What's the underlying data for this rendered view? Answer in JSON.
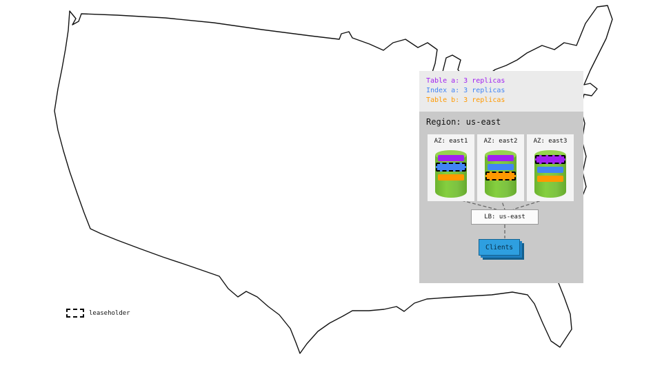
{
  "legend": {
    "items": [
      {
        "label": "Table a: 3 replicas",
        "color": "#a020f0"
      },
      {
        "label": "Index a: 3 replicas",
        "color": "#4285f4"
      },
      {
        "label": "Table b: 3 replicas",
        "color": "#ff9900"
      }
    ]
  },
  "region": {
    "title": "Region: us-east",
    "azs": [
      {
        "label": "AZ: east1",
        "replicas": [
          {
            "name": "Table a",
            "leaseholder": false
          },
          {
            "name": "Index a",
            "leaseholder": true
          },
          {
            "name": "Table b",
            "leaseholder": false
          }
        ]
      },
      {
        "label": "AZ: east2",
        "replicas": [
          {
            "name": "Table a",
            "leaseholder": false
          },
          {
            "name": "Index a",
            "leaseholder": false
          },
          {
            "name": "Table b",
            "leaseholder": true
          }
        ]
      },
      {
        "label": "AZ: east3",
        "replicas": [
          {
            "name": "Table a",
            "leaseholder": true
          },
          {
            "name": "Index a",
            "leaseholder": false
          },
          {
            "name": "Table b",
            "leaseholder": false
          }
        ]
      }
    ],
    "load_balancer_label": "LB: us-east",
    "clients_label": "Clients"
  },
  "map_legend": {
    "label": "leaseholder"
  },
  "colors": {
    "table_a_purple": "#a020f0",
    "index_a_blue": "#4285f4",
    "table_b_orange": "#ff9900",
    "database_green": "#7dc242",
    "clients_blue": "#2e9fe0",
    "panel_bg": "#ebebeb",
    "region_bg": "#c9c9c9",
    "az_bg": "#f4f4f4",
    "map_outline": "#111111"
  }
}
